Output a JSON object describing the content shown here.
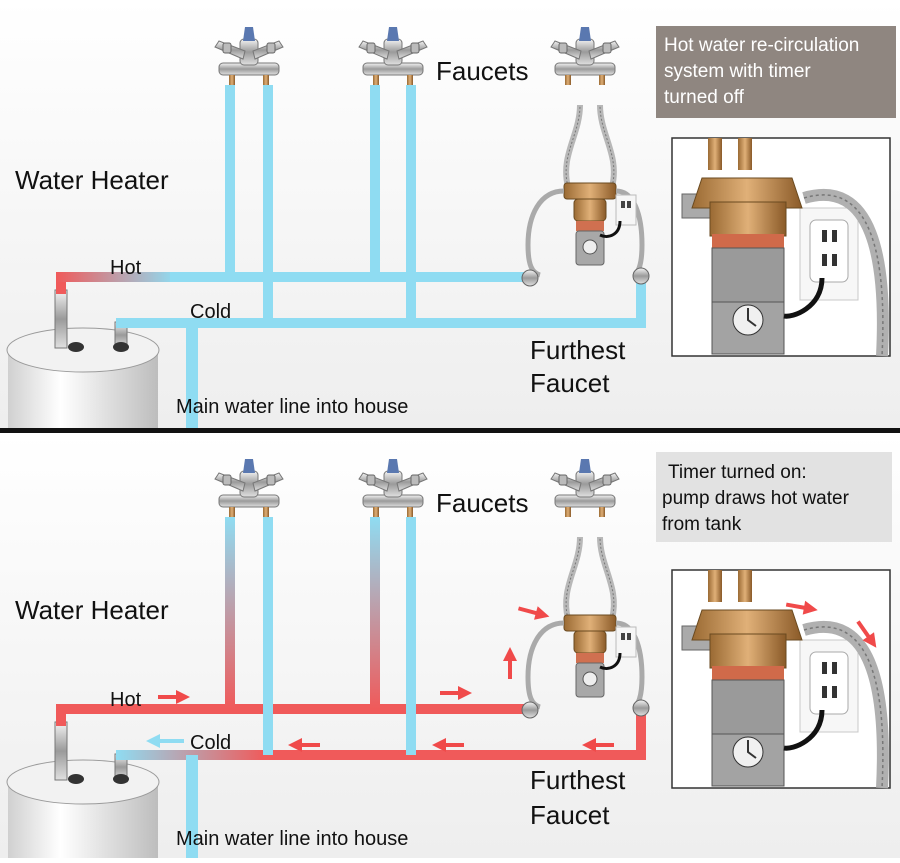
{
  "panels": [
    {
      "state": "off",
      "labels": {
        "water_heater": "Water Heater",
        "faucets": "Faucets",
        "hot": "Hot",
        "cold": "Cold",
        "main_line": "Main water line into house",
        "furthest_line1": "Furthest",
        "furthest_line2": "Faucet"
      },
      "caption": {
        "line1": "Hot water re-circulation",
        "line2": "system with timer",
        "line3": "turned off"
      }
    },
    {
      "state": "on",
      "labels": {
        "water_heater": "Water Heater",
        "faucets": "Faucets",
        "hot": "Hot",
        "cold": "Cold",
        "main_line": "Main water line into house",
        "furthest_line1": "Furthest",
        "furthest_line2": "Faucet"
      },
      "caption": {
        "line1": "Timer turned on:",
        "line2": "pump draws hot water",
        "line3": "from tank"
      }
    }
  ],
  "colors": {
    "hot_pipe": "#f05a5a",
    "cold_pipe": "#8fdcf2",
    "caption_off_bg": "#8f8680",
    "caption_off_text": "#ffffff",
    "caption_on_bg": "#e2e2e2",
    "caption_on_text": "#111111",
    "divider": "#111111",
    "flow_arrow": "#f04a4a"
  }
}
